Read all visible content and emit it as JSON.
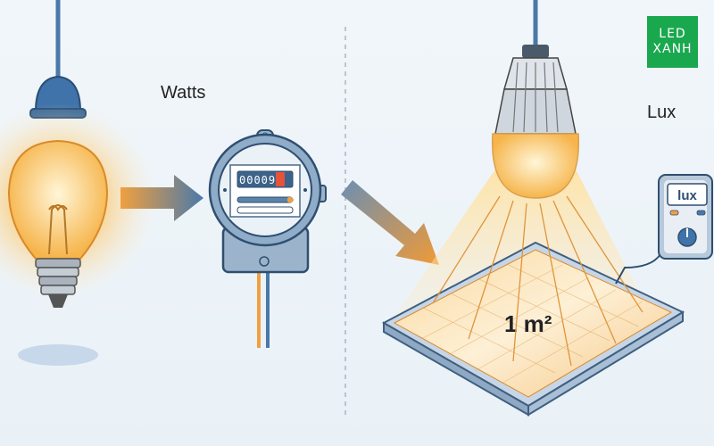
{
  "logo": {
    "line1": "LED",
    "line2": "XANH"
  },
  "labels": {
    "watts": "Watts",
    "lux": "Lux",
    "area": "1 m²"
  },
  "meter": {
    "reading": "00009"
  },
  "lux_meter": {
    "display": "lux"
  },
  "colors": {
    "background": "#eef4f8",
    "accent_orange": "#f0a040",
    "accent_blue": "#3f6f9e",
    "logo_green": "#1aa84f"
  }
}
